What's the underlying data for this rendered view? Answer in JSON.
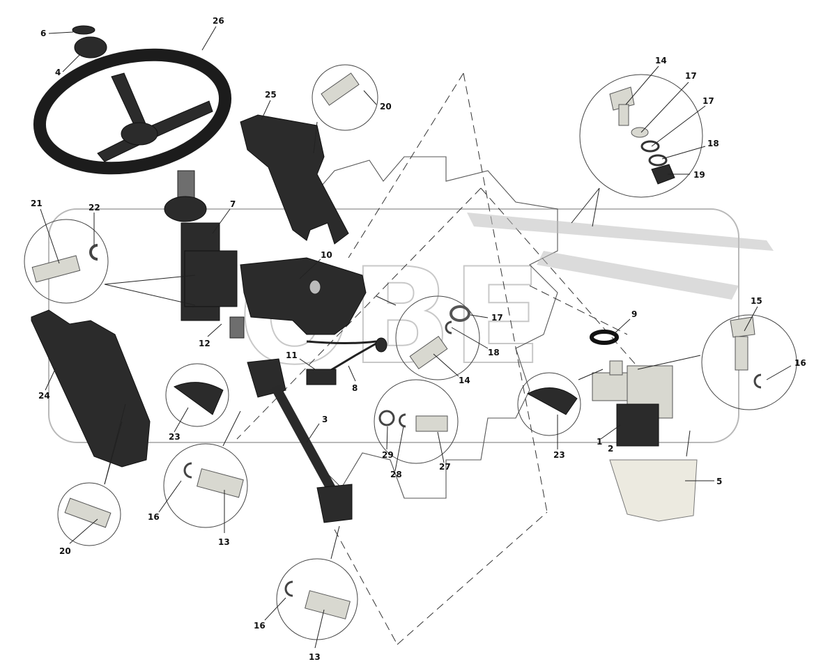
{
  "callouts": [
    {
      "n": "6"
    },
    {
      "n": "4"
    },
    {
      "n": "26"
    },
    {
      "n": "25"
    },
    {
      "n": "20"
    },
    {
      "n": "14"
    },
    {
      "n": "17"
    },
    {
      "n": "17"
    },
    {
      "n": "18"
    },
    {
      "n": "19"
    },
    {
      "n": "21"
    },
    {
      "n": "22"
    },
    {
      "n": "7"
    },
    {
      "n": "10"
    },
    {
      "n": "12"
    },
    {
      "n": "9"
    },
    {
      "n": "15"
    },
    {
      "n": "16"
    },
    {
      "n": "17"
    },
    {
      "n": "18"
    },
    {
      "n": "14"
    },
    {
      "n": "11"
    },
    {
      "n": "8"
    },
    {
      "n": "24"
    },
    {
      "n": "23"
    },
    {
      "n": "3"
    },
    {
      "n": "23"
    },
    {
      "n": "1"
    },
    {
      "n": "2"
    },
    {
      "n": "29"
    },
    {
      "n": "28"
    },
    {
      "n": "27"
    },
    {
      "n": "5"
    },
    {
      "n": "16"
    },
    {
      "n": "13"
    },
    {
      "n": "20"
    },
    {
      "n": "16"
    },
    {
      "n": "13"
    }
  ],
  "watermark": "OBE",
  "colors": {
    "ink": "#111111",
    "part_dark": "#2b2b2b",
    "part_light": "#d8d8d0",
    "watermark": "#b9b9b9"
  }
}
